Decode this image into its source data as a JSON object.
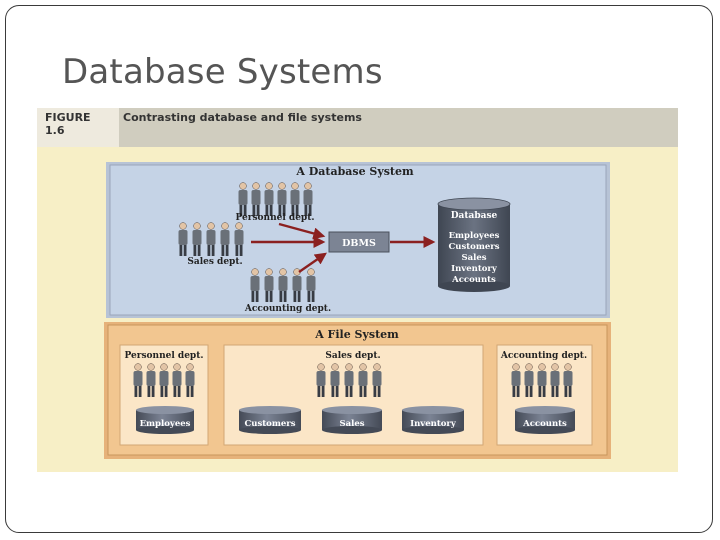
{
  "slide": {
    "title": "Database Systems"
  },
  "figure": {
    "label_line1": "FIGURE",
    "label_line2": "1.6",
    "caption": "Contrasting database and file systems"
  },
  "database_system": {
    "title": "A Database System",
    "groups": {
      "personnel": "Personnel dept.",
      "sales": "Sales dept.",
      "accounting": "Accounting dept."
    },
    "dbms": "DBMS",
    "database_title": "Database",
    "database_items": [
      "Employees",
      "Customers",
      "Sales",
      "Inventory",
      "Accounts"
    ]
  },
  "file_system": {
    "title": "A File System",
    "personnel": {
      "label": "Personnel dept.",
      "files": [
        "Employees"
      ]
    },
    "sales": {
      "label": "Sales dept.",
      "files": [
        "Customers",
        "Sales",
        "Inventory"
      ]
    },
    "accounting": {
      "label": "Accounting dept.",
      "files": [
        "Accounts"
      ]
    }
  },
  "colors": {
    "db_panel": "#c5d3e6",
    "file_panel": "#f2c690",
    "arrow": "#8b2020",
    "drum": "#5a6170"
  }
}
